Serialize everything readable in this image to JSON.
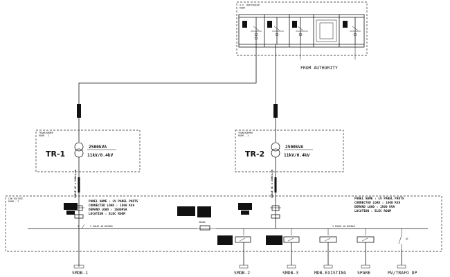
{
  "hv_room": {
    "title": "H.V. SWITCHGEAR",
    "subtitle": "ROOM",
    "from_label": "FROM AUTHORITY"
  },
  "transformers": [
    {
      "id": "tr1",
      "room": "TRANSFORMER",
      "room_sub": "ROOM - 1",
      "name": "TR-1",
      "rating": "2500kVA",
      "ratio": "11kV/0.4kV",
      "cable": "CABLE 4C x 240sq.mm"
    },
    {
      "id": "tr2",
      "room": "TRANSFORMER",
      "room_sub": "ROOM - 2",
      "name": "TR-2",
      "rating": "2500kVA",
      "ratio": "11kV/0.4kV",
      "cable": "CABLE 4C x 240sq.mm"
    }
  ],
  "lv_room": {
    "title": "LOW VOLTAGE",
    "subtitle": "ROOM - 2"
  },
  "panel_left": [
    "PANEL NAME : LV PANEL PARTS",
    "CONNECTED LOAD : 1800 KVA",
    "DEMAND LOAD : 1500KVA",
    "LOCATION : ELEC ROOM"
  ],
  "panel_right": [
    "PANEL NAME : LV PANEL PARTS",
    "CONNECTED LOAD : 1800 KVA",
    "DEMAND LOAD : 1500 KVA",
    "LOCATION : ELEC ROOM"
  ],
  "busbar_left": "3 PHASE 4W BUSBAR",
  "busbar_right": "3 PHASE 4W BUSBAR",
  "coupler": "4000A",
  "outgoing": [
    {
      "id": "smdb1",
      "label": "SMDB-1"
    },
    {
      "id": "smdb2",
      "label": "SMDB-2"
    },
    {
      "id": "smdb3",
      "label": "SMDB-3"
    },
    {
      "id": "mdb-existing",
      "label": "MDB-EXISTING"
    },
    {
      "id": "spare",
      "label": "SPARE"
    },
    {
      "id": "mv-trafo-dp",
      "label": "MV/TRAFO DP"
    }
  ]
}
